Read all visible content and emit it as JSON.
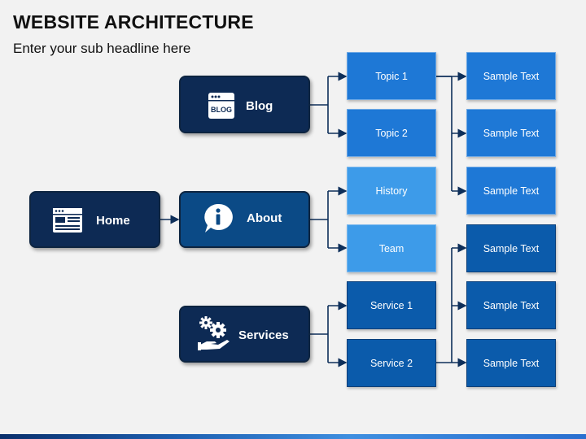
{
  "header": {
    "title": "WEBSITE ARCHITECTURE",
    "subtitle": "Enter your sub headline here"
  },
  "nodes": {
    "home": {
      "label": "Home",
      "icon": "browser-window-icon",
      "color": "#0d2a54"
    },
    "blog": {
      "label": "Blog",
      "icon": "blog-icon",
      "icon_text": "BLOG",
      "color": "#0d2a54"
    },
    "about": {
      "label": "About",
      "icon": "info-bubble-icon",
      "color": "#0b4a86"
    },
    "services": {
      "label": "Services",
      "icon": "gears-hand-icon",
      "color": "#0d2a54"
    }
  },
  "pages": {
    "topic1": "Topic 1",
    "topic2": "Topic 2",
    "history": "History",
    "team": "Team",
    "service1": "Service 1",
    "service2": "Service 2"
  },
  "samples": [
    "Sample Text",
    "Sample Text",
    "Sample Text",
    "Sample Text",
    "Sample Text",
    "Sample Text"
  ],
  "colors": {
    "connector": "#0e2f5a",
    "light_blue": "#3d9be9",
    "medium_blue": "#1e78d6",
    "dark_blue": "#0b5bab"
  }
}
